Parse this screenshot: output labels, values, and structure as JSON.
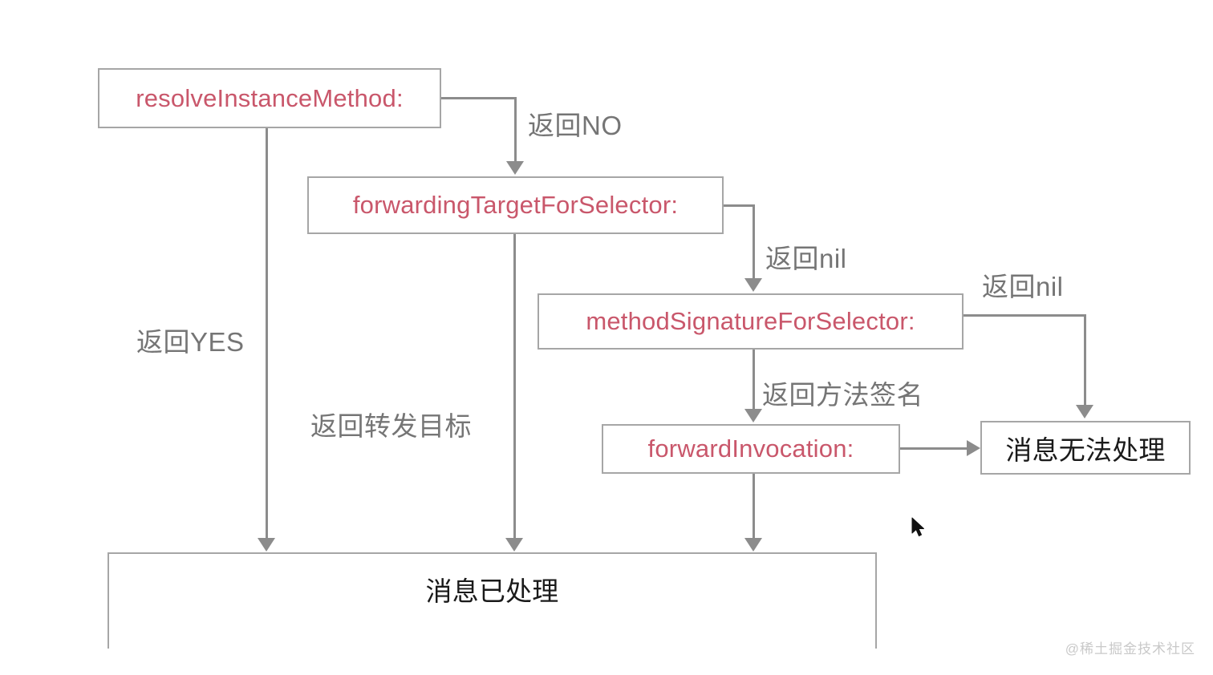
{
  "diagram": {
    "title": "Objective-C message forwarding flow",
    "colors": {
      "api_text": "#c9576b",
      "cn_text": "#1a1a1a",
      "box_border": "#a6a6a6",
      "connector": "#8c8c8c",
      "label_text": "#757575",
      "background": "#ffffff",
      "watermark": "#c9c9c9"
    },
    "nodes": {
      "resolve_instance_method": "resolveInstanceMethod:",
      "forwarding_target_for_selector": "forwardingTargetForSelector:",
      "method_signature_for_selector": "methodSignatureForSelector:",
      "forward_invocation": "forwardInvocation:",
      "message_unhandled": "消息无法处理",
      "message_handled": "消息已处理"
    },
    "edges": [
      {
        "label": "返回NO",
        "from": "resolve_instance_method",
        "to": "forwarding_target_for_selector"
      },
      {
        "label": "返回YES",
        "from": "resolve_instance_method",
        "to": "message_handled"
      },
      {
        "label": "返回nil",
        "from": "forwarding_target_for_selector",
        "to": "method_signature_for_selector"
      },
      {
        "label": "返回转发目标",
        "from": "forwarding_target_for_selector",
        "to": "message_handled"
      },
      {
        "label": "返回nil",
        "from": "method_signature_for_selector",
        "to": "message_unhandled"
      },
      {
        "label": "返回方法签名",
        "from": "method_signature_for_selector",
        "to": "forward_invocation"
      },
      {
        "label": "",
        "from": "forward_invocation",
        "to": "message_unhandled"
      },
      {
        "label": "",
        "from": "forward_invocation",
        "to": "message_handled"
      }
    ],
    "labels": {
      "return_no": "返回NO",
      "return_yes": "返回YES",
      "return_nil_1": "返回nil",
      "return_nil_2": "返回nil",
      "return_forward_target": "返回转发目标",
      "return_method_signature": "返回方法签名"
    },
    "watermark": "@稀土掘金技术社区"
  }
}
